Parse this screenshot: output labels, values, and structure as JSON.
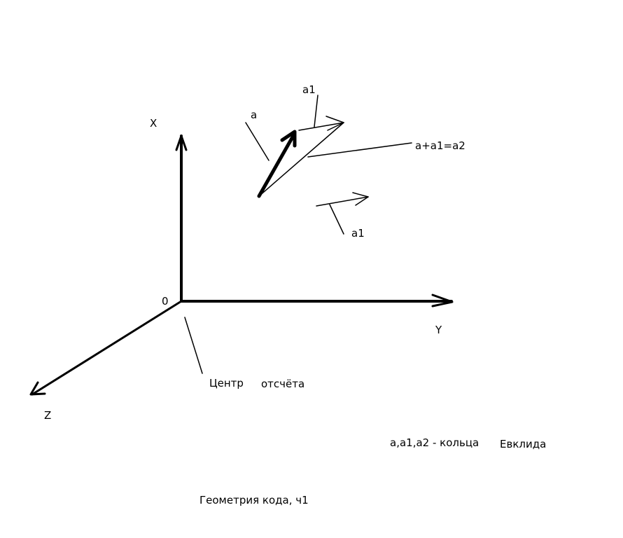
{
  "colors": {
    "ink": "#000000",
    "background": "#ffffff"
  },
  "axes": {
    "x_label": "X",
    "y_label": "Y",
    "z_label": "Z",
    "origin_label": "0"
  },
  "vectors": {
    "a_label": "a",
    "a1_top_label": "a1",
    "a1_bottom_label": "a1",
    "sum_label": "a+a1=a2"
  },
  "annotations": {
    "origin_word1": "Центр",
    "origin_word2": "отсчёта",
    "rings_part1": "a,a1,a2 - кольца",
    "rings_part2": "Евклида",
    "caption": "Геометрия кода, ч1"
  }
}
